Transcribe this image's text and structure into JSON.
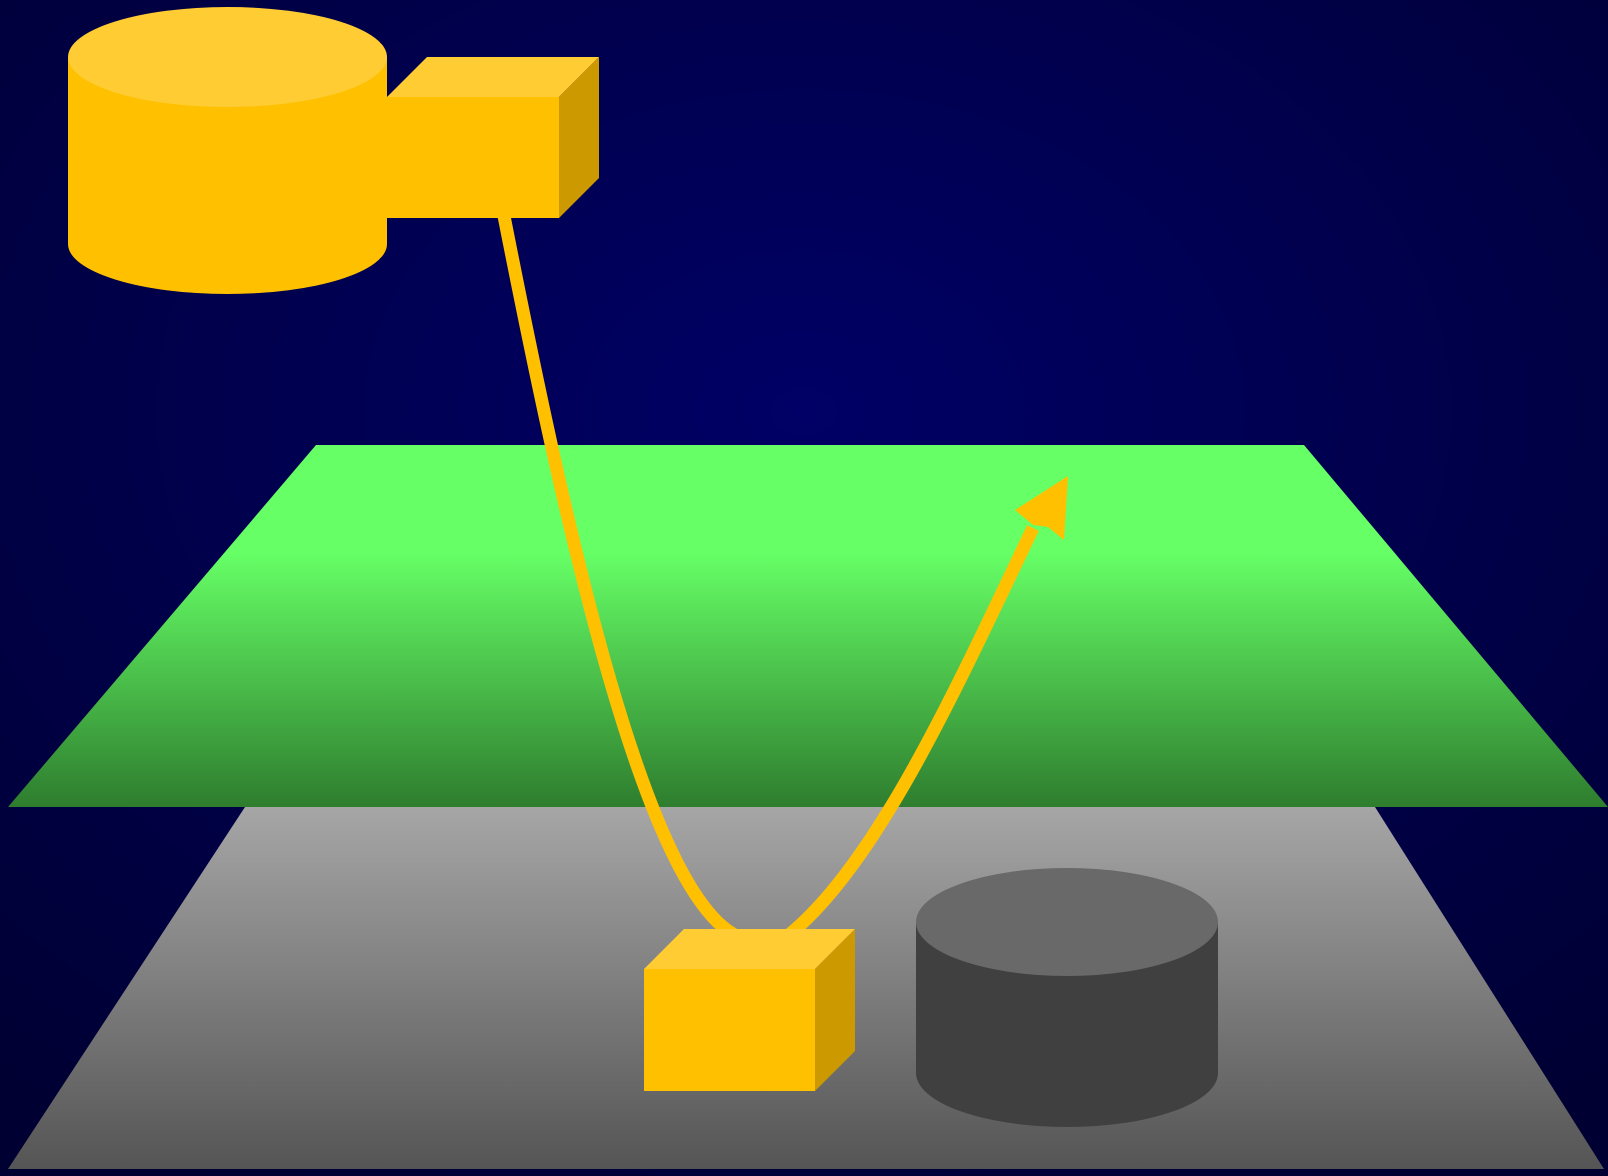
{
  "colors": {
    "background_center": "#000066",
    "background_edge": "#000033",
    "accent_yellow": "#FFC000",
    "accent_yellow_top": "#FFCC33",
    "accent_yellow_side": "#CC9900",
    "green_plane_top": "#66FF66",
    "green_plane_bottom": "#2E7D2E",
    "gray_plane_top": "#A6A6A6",
    "gray_plane_bottom": "#555555",
    "gray_cylinder_top": "#696969",
    "gray_cylinder_body": "#404040"
  },
  "shapes": {
    "upper_plane": "green-plane",
    "lower_plane": "gray-plane",
    "source_cylinder": "yellow-database-cylinder",
    "source_box": "yellow-cube",
    "target_box": "yellow-cube",
    "target_cylinder": "gray-database-cylinder",
    "path_in": "curved-connector",
    "path_out": "curved-arrow"
  }
}
